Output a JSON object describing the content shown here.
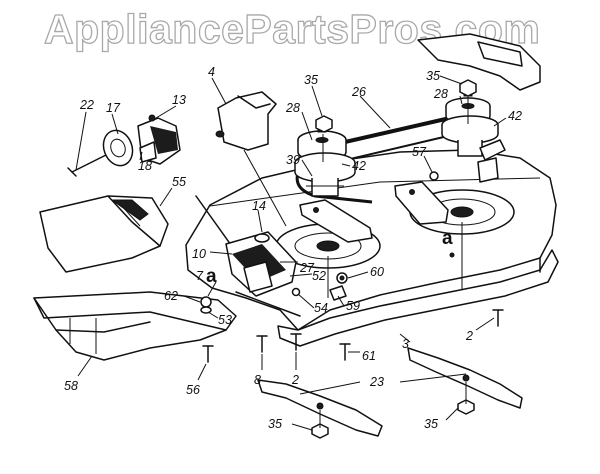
{
  "watermark": "AppliancePartsPros.com",
  "labels": {
    "p2a": "2",
    "p2b": "2",
    "p3": "3",
    "p4": "4",
    "p7": "7",
    "p8": "8",
    "p10": "10",
    "p13": "13",
    "p14": "14",
    "p17": "17",
    "p18": "18",
    "p22": "22",
    "p23": "23",
    "p26": "26",
    "p27": "27",
    "p28a": "28",
    "p28b": "28",
    "p35a": "35",
    "p35b": "35",
    "p35c": "35",
    "p35d": "35",
    "p39": "39",
    "p42a": "42",
    "p42b": "42",
    "p52": "52",
    "p53": "53",
    "p54": "54",
    "p55": "55",
    "p56": "56",
    "p57": "57",
    "p58": "58",
    "p59": "59",
    "p60": "60",
    "p61": "61",
    "p62": "62",
    "ref_a1": "a",
    "ref_a2": "a"
  }
}
